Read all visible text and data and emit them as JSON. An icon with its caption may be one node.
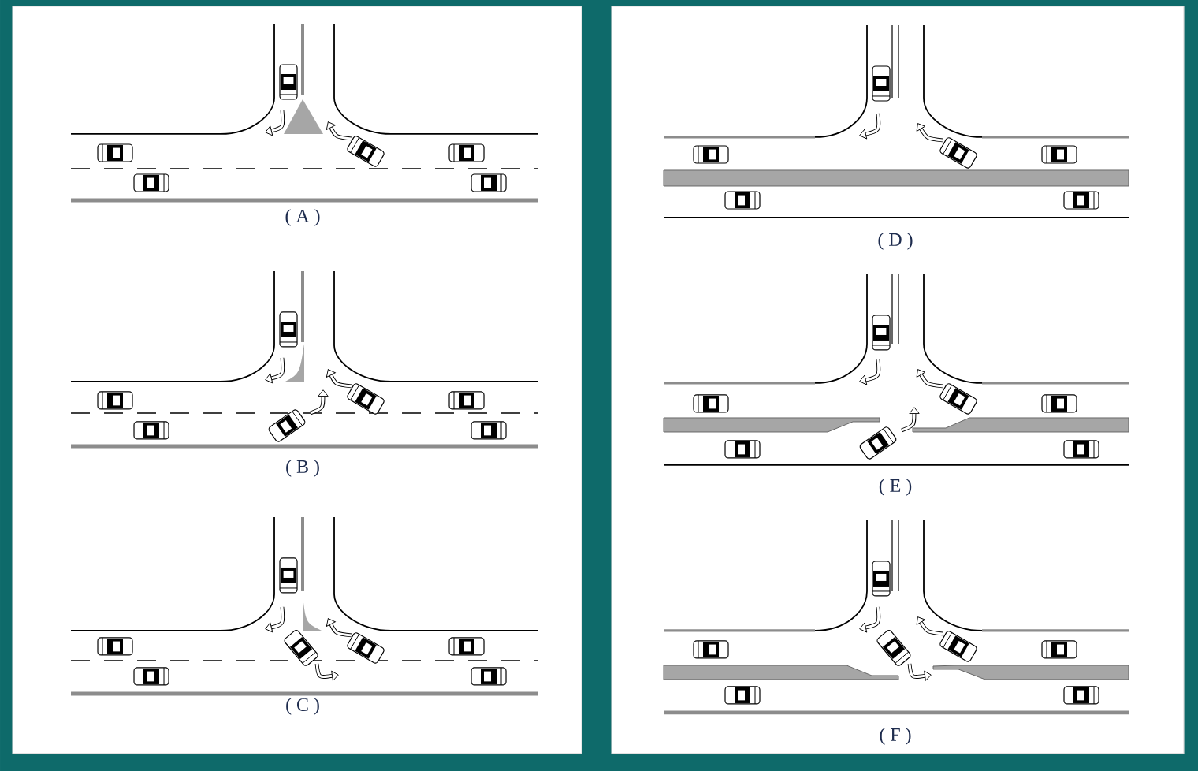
{
  "diagram": {
    "labels": [
      "( A )",
      "( B )",
      "( C )",
      "( D )",
      "( E )",
      "( F )"
    ]
  }
}
